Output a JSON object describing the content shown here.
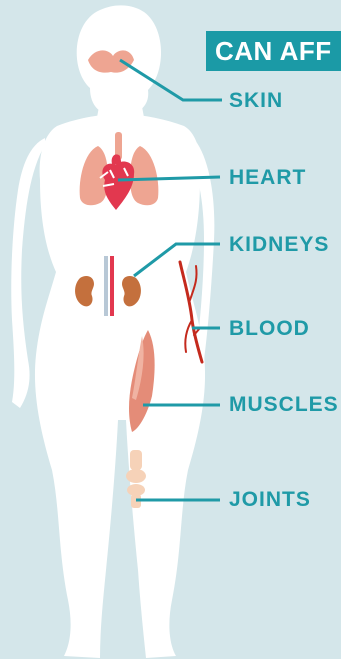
{
  "banner": {
    "text": "CAN AFF"
  },
  "labels": {
    "skin": "SKIN",
    "heart": "HEART",
    "kidneys": "KIDNEYS",
    "blood": "BLOOD",
    "muscles": "MUSCLES",
    "joints": "JOINTS"
  },
  "colors": {
    "background": "#d4e6ea",
    "silhouette": "#ffffff",
    "accent_teal": "#1f9aa7",
    "banner_teal": "#1b9aa6",
    "organ_pink": "#eea592",
    "heart_red": "#e2384f",
    "kidney_brown": "#c4703d",
    "vessel_red": "#c42a1d",
    "muscle_salmon": "#e48c78",
    "joint_peach": "#f6d2b8"
  }
}
